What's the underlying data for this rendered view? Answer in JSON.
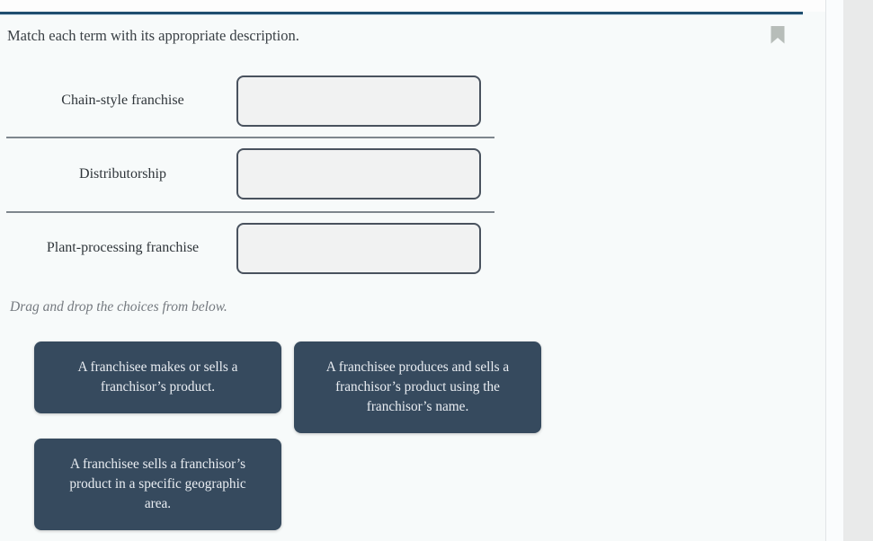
{
  "colors": {
    "page_bg": "#e9eaea",
    "panel_bg": "#f7fafa",
    "accent_line": "#1f4e6f",
    "divider": "#7e868d",
    "drop_zone_border": "#49525e",
    "drop_zone_fill": "#f1f2f2",
    "card_bg": "#364a5e",
    "card_text": "#e9edf2",
    "bookmark_icon": "#b7bdb9"
  },
  "question": {
    "prompt": "Match each term with its appropriate description.",
    "bookmark_icon": "bookmark-icon"
  },
  "match_rows": [
    {
      "term": "Chain-style franchise",
      "answer_value": ""
    },
    {
      "term": "Distributorship",
      "answer_value": ""
    },
    {
      "term": "Plant-processing franchise",
      "answer_value": ""
    }
  ],
  "instruction": "Drag and drop the choices from below.",
  "choices": [
    {
      "lines": [
        "A franchisee makes or sells a",
        "franchisor’s product."
      ]
    },
    {
      "lines": [
        "A franchisee produces and sells a",
        "franchisor’s product using the",
        "franchisor’s name."
      ]
    },
    {
      "lines": [
        "A franchisee sells a franchisor’s",
        "product in a specific geographic",
        "area."
      ]
    }
  ]
}
